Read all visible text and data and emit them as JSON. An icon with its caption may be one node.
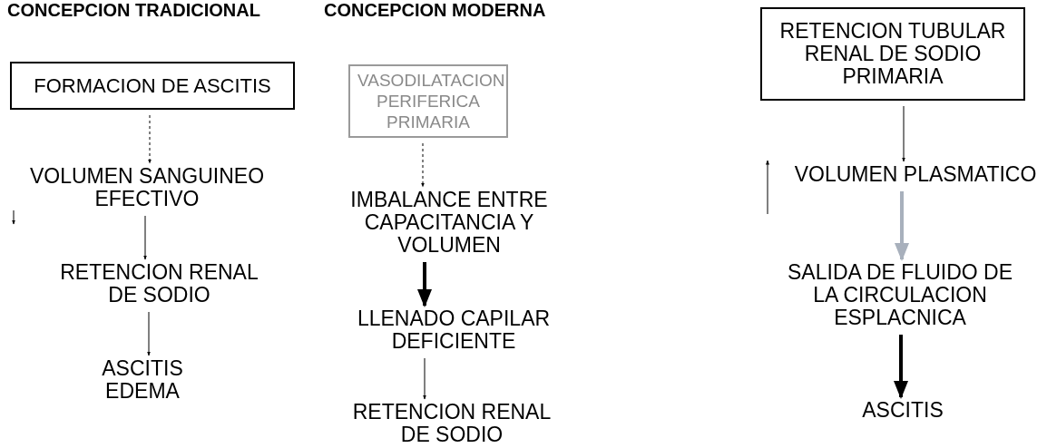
{
  "diagram": {
    "nodes": [
      {
        "text": [
          "FORMACION DE ASCITIS"
        ]
      },
      {
        "text": [
          "VOLUMEN SANGUINEO EFECTIVO"
        ]
      },
      {
        "text": [
          "RETENCION RENAL DE SODIO"
        ]
      },
      {
        "text": [
          "ASCITIS EDEMA"
        ]
      },
      {
        "text": [
          "VASODILATACION PERIFERICA PRIMARIA"
        ]
      },
      {
        "text": [
          "IMBALANCE ENTRE CAPACITANCIA Y VOLUMEN"
        ]
      },
      {
        "text": [
          "LLENADO CAPILAR DEFICIENTE"
        ]
      },
      {
        "text": [
          "RETENCION RENAL DE SODIO"
        ]
      },
      {
        "text": [
          "RETENCION TUBULAR RENAL DE SODIO PRIMARIA"
        ]
      },
      {
        "text": [
          "VOLUMEN PLASMATICO"
        ]
      },
      {
        "text": [
          "SALIDA DE FLUIDO DE LA CIRCULACION ESPLACNICA"
        ]
      },
      {
        "text": [
          "ASCITIS"
        ]
      }
    ],
    "edges": [
      {
        "from": 0,
        "to": 1,
        "arrow": "to",
        "style": "dashed"
      },
      {
        "from": 1,
        "to": 2,
        "arrow": "to"
      },
      {
        "from": 2,
        "to": 3,
        "arrow": "to"
      },
      {
        "from": 4,
        "to": 5,
        "arrow": "to",
        "style": "dashed"
      },
      {
        "from": 5,
        "to": 6,
        "arrow": "to",
        "style": "thick"
      },
      {
        "from": 6,
        "to": 7,
        "arrow": "to"
      },
      {
        "from": 8,
        "to": 9,
        "arrow": "to"
      },
      {
        "from": 9,
        "to": 10,
        "arrow": "to",
        "style": "thick",
        "color": "#a8b0bc"
      },
      {
        "from": 10,
        "to": 11,
        "arrow": "to",
        "style": "thick"
      }
    ],
    "labels": [
      "CONCEPCION TRADICIONAL",
      "CONCEPCION MODERNA"
    ]
  }
}
